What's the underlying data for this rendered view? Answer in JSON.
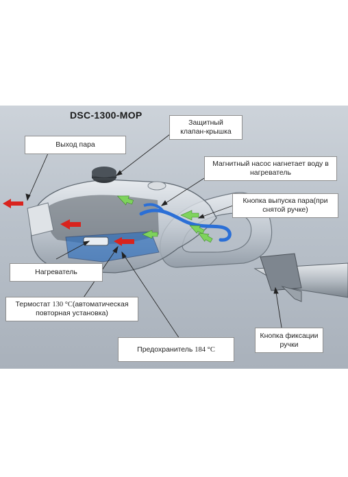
{
  "diagram": {
    "model": "DSC-1300-MOP",
    "labels": {
      "steam_outlet": "Выход пара",
      "safety_valve_line1": "Защитный",
      "safety_valve_line2": "клапан-крышка",
      "magnetic_pump": "Магнитный насос нагнетает воду в нагреватель",
      "steam_button": "Кнопка выпуска пара(при снятой ручке)",
      "heater": "Нагреватель",
      "thermostat_prefix": "Термостат ",
      "thermostat_value": "130 °С",
      "thermostat_suffix": "(автоматическая повторная установка)",
      "fuse_prefix": "Предохранитель ",
      "fuse_value": "184 °С",
      "handle_lock_button": "Кнопка фиксации ручки"
    },
    "colors": {
      "background": "#b9c1ca",
      "hot_flow_arrow": "#d9231d",
      "water_flow_arrow": "#7ed35c",
      "water_tube": "#2b6fd6"
    }
  }
}
